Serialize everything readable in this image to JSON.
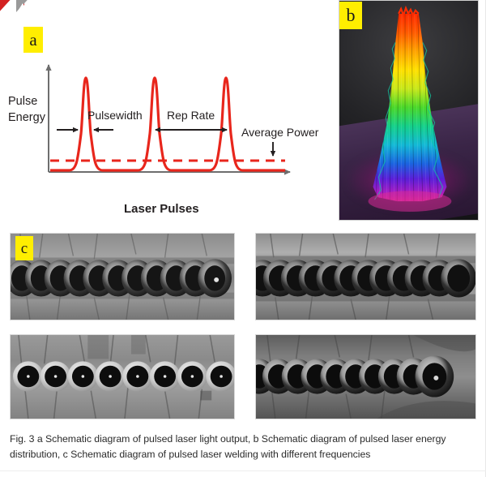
{
  "figure": {
    "id": "Fig. 3",
    "caption": "Fig. 3 a Schematic diagram of pulsed laser light output, b Schematic diagram of pulsed laser energy distribution, c Schematic diagram of pulsed laser welding with different frequencies"
  },
  "panel_a": {
    "tag": "a",
    "axis_y_label_line1": "Pulse",
    "axis_y_label_line2": "Energy",
    "x_axis_title": "Laser Pulses",
    "annotations": {
      "pulsewidth": "Pulsewidth",
      "rep_rate": "Rep Rate",
      "average_power": "Average Power"
    },
    "colors": {
      "pulse_curve": "#e8261c",
      "average_power_line": "#e8261c",
      "axis": "#808080",
      "annotation": "#231f20",
      "tag_background": "#ffee00"
    }
  },
  "panel_b": {
    "tag": "b",
    "description": "3D surface plot of pulsed laser energy distribution",
    "colors": {
      "peak": "#ff1a00",
      "upper_mid": "#ffd400",
      "mid": "#1fd428",
      "lower_mid": "#0f7fe8",
      "base": "#8a1fd4",
      "floor": "#3a2547",
      "sky": "#26262a"
    }
  },
  "panel_c": {
    "tag": "c",
    "description": "Micrographs of pulsed laser welding seams produced with different frequencies",
    "images": [
      {
        "name": "weld-seam-top-left",
        "spots": 11,
        "overlap": "high",
        "position": "top-left"
      },
      {
        "name": "weld-seam-top-right",
        "spots": 12,
        "overlap": "high",
        "position": "top-right"
      },
      {
        "name": "weld-seam-bottom-left",
        "spots": 8,
        "overlap": "none",
        "position": "bottom-left"
      },
      {
        "name": "weld-seam-bottom-right",
        "spots": 11,
        "overlap": "moderate",
        "position": "bottom-right"
      }
    ]
  },
  "chart_data": {
    "type": "line",
    "title": "Pulsed laser light output",
    "xlabel": "Laser Pulses",
    "ylabel": "Pulse Energy",
    "grid": false,
    "legend": null,
    "axis_ticks": {
      "x": [],
      "y": []
    },
    "series": [
      {
        "name": "Pulse train",
        "type": "line",
        "color": "#e8261c",
        "peaks": [
          {
            "x": 0.22,
            "peak_energy": 1.0
          },
          {
            "x": 0.52,
            "peak_energy": 1.0
          },
          {
            "x": 0.82,
            "peak_energy": 1.0
          }
        ],
        "baseline": 0.0
      },
      {
        "name": "Average Power",
        "type": "dashed-horizontal",
        "color": "#e8261c",
        "y": 0.13
      }
    ],
    "annotations": [
      {
        "text": "Pulsewidth",
        "type": "double-arrow",
        "span_x": [
          0.13,
          0.31
        ],
        "y": 0.5
      },
      {
        "text": "Rep Rate",
        "type": "double-arrow",
        "span_x": [
          0.34,
          0.76
        ],
        "y": 0.5
      },
      {
        "text": "Average Power",
        "type": "arrow-down",
        "x": 0.86,
        "y": 0.3
      }
    ],
    "xlim": [
      0,
      1
    ],
    "ylim": [
      0,
      1.12
    ]
  }
}
